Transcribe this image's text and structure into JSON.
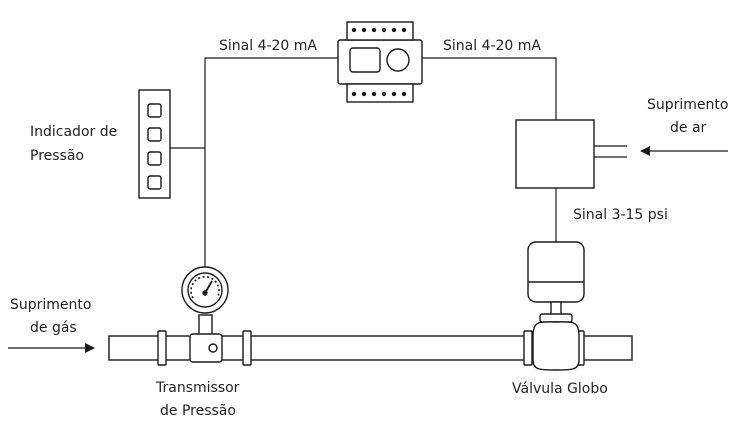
{
  "labels": {
    "signal_left": "Sinal 4-20 mA",
    "signal_right": "Sinal 4-20 mA",
    "air_supply_line1": "Suprimento",
    "air_supply_line2": "de ar",
    "pressure_indicator_line1": "Indicador de",
    "pressure_indicator_line2": "Pressão",
    "signal_psi": "Sinal 3-15 psi",
    "gas_supply_line1": "Suprimento",
    "gas_supply_line2": "de gás",
    "transmitter_line1": "Transmissor",
    "transmitter_line2": "de Pressão",
    "globe_valve": "Válvula Globo"
  },
  "colors": {
    "stroke": "#1a1a1a",
    "fill": "#ffffff",
    "text": "#222222"
  }
}
